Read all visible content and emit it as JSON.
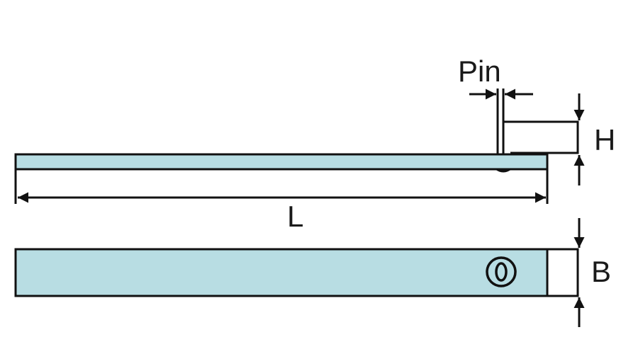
{
  "labels": {
    "pin": "Pin",
    "height": "H",
    "length": "L",
    "width": "B"
  },
  "colors": {
    "fill": "#b8dde3",
    "stroke": "#111111"
  },
  "icons": [
    "pin-width-arrows",
    "height-arrows",
    "length-arrow",
    "width-arrows",
    "pin-hole-symbol"
  ]
}
